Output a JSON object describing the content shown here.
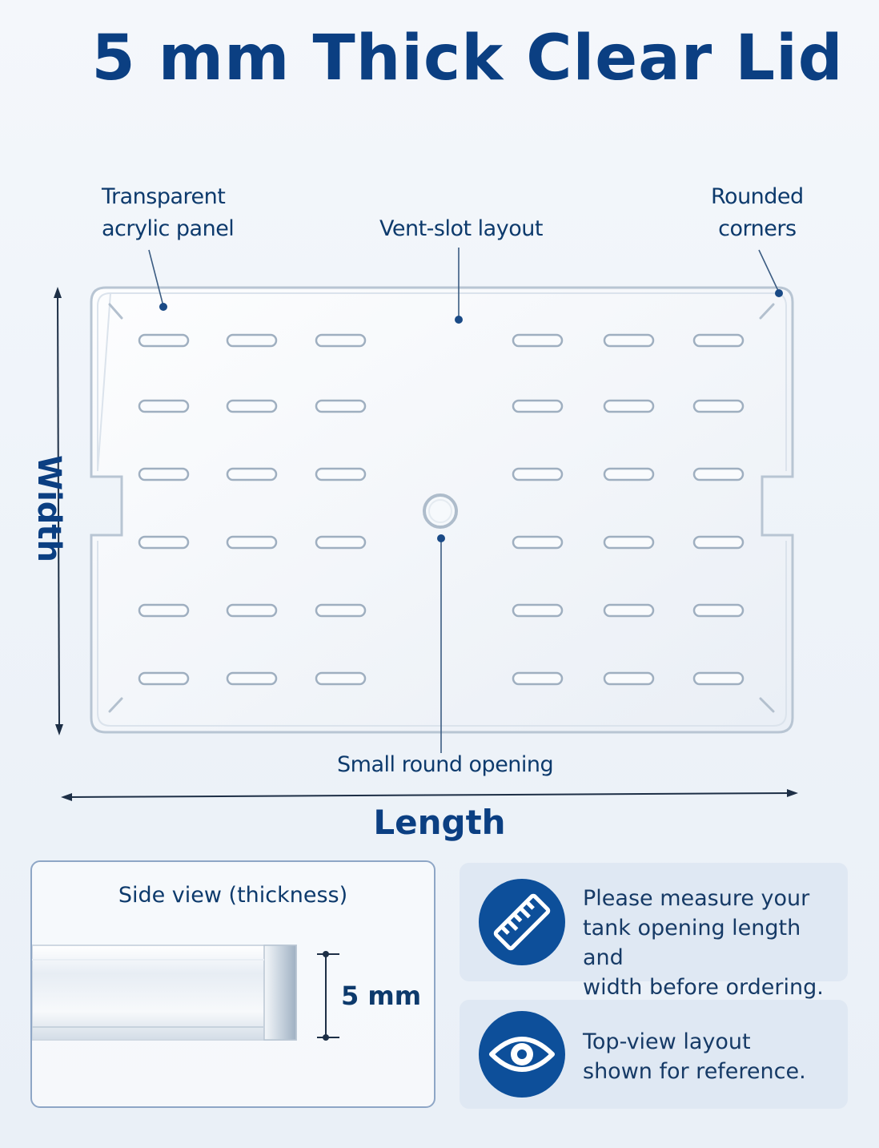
{
  "title": "5 mm Thick Clear Lid",
  "callouts": {
    "transparent": [
      "Transparent",
      "acrylic panel"
    ],
    "vent": "Vent-slot layout",
    "rounded": [
      "Rounded",
      "corners"
    ],
    "opening": "Small round opening"
  },
  "dimensions": {
    "width_label": "Width",
    "length_label": "Length"
  },
  "side_view": {
    "title": "Side view (thickness)",
    "thickness": "5 mm"
  },
  "info_cards": [
    {
      "icon": "ruler-icon",
      "lines": [
        "Please measure your",
        "tank opening length and",
        "width before ordering."
      ]
    },
    {
      "icon": "eye-icon",
      "lines": [
        "Top-view layout",
        "shown for reference."
      ]
    }
  ],
  "colors": {
    "accent": "#0b3f82",
    "icon_bg": "#0d4f9a",
    "card_bg": "#dfe8f3"
  }
}
